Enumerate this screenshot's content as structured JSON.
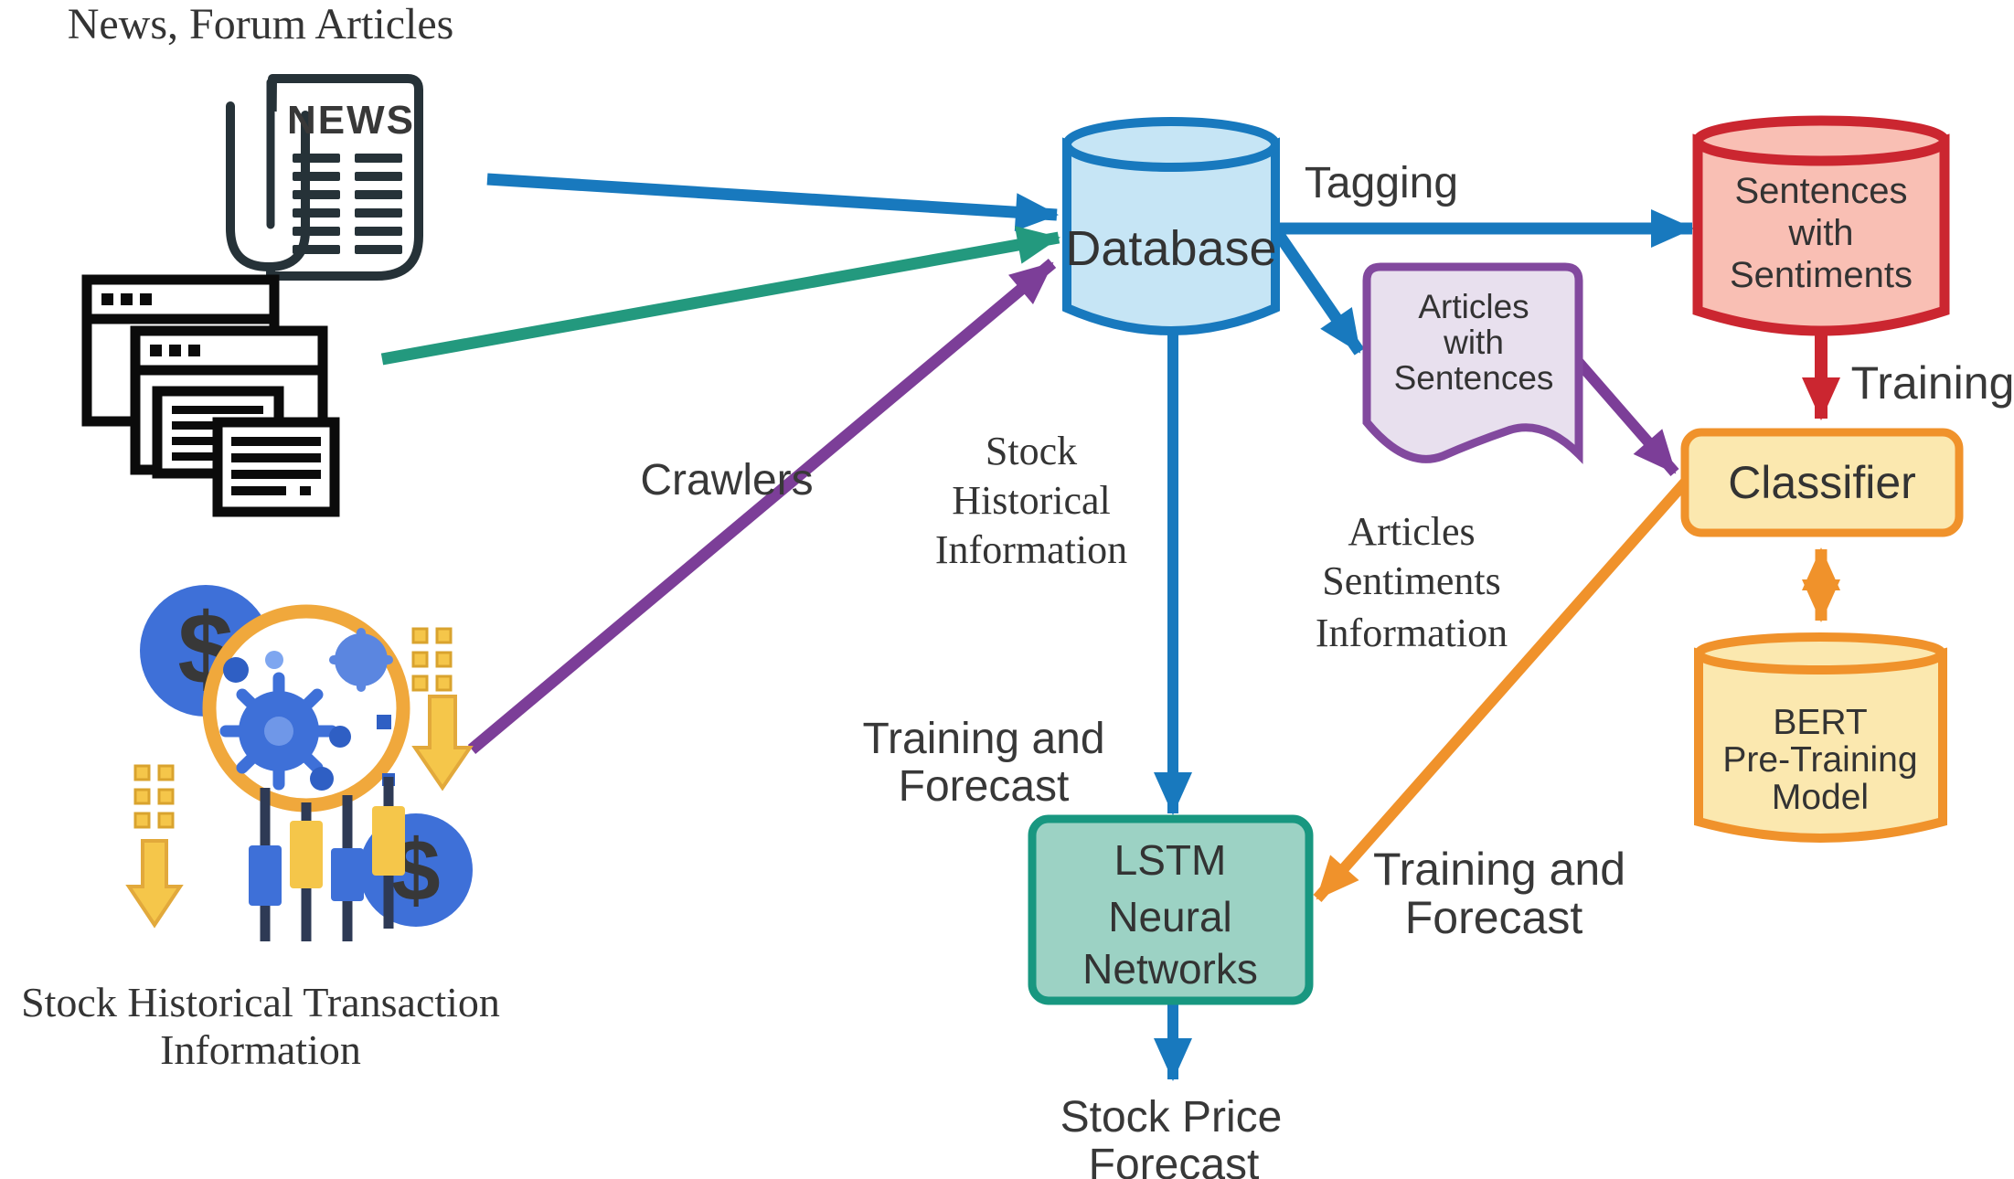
{
  "diagram": {
    "sources": {
      "news_label": "News, Forum Articles",
      "news_masthead": "NEWS",
      "dollar": "$",
      "stock_label": {
        "line1": "Stock Historical Transaction",
        "line2": "Information"
      }
    },
    "nodes": {
      "database": {
        "label": "Database",
        "fill": "#c6e5f5",
        "stroke": "#1879be"
      },
      "articles_with_sentences": {
        "lines": [
          "Articles",
          "with",
          "Sentences"
        ],
        "fill": "#e8e0ee",
        "stroke": "#82499e"
      },
      "sentences_with_sentiments": {
        "lines": [
          "Sentences",
          "with",
          "Sentiments"
        ],
        "fill": "#f9bfb4",
        "stroke": "#cb2630"
      },
      "classifier": {
        "label": "Classifier",
        "fill": "#fbe8af",
        "stroke": "#f0922b"
      },
      "bert": {
        "lines": [
          "BERT",
          "Pre-Training",
          "Model"
        ],
        "fill": "#fbe8af",
        "stroke": "#f0922b"
      },
      "lstm": {
        "lines": [
          "LSTM",
          "Neural",
          "Networks"
        ],
        "fill": "#9cd2c4",
        "stroke": "#189780"
      }
    },
    "edge_labels": {
      "crawlers": "Crawlers",
      "tagging": "Tagging",
      "training": "Training",
      "stock_historical": {
        "lines": [
          "Stock",
          "Historical",
          "Information"
        ]
      },
      "training_forecast_left": {
        "lines": [
          "Training and",
          "Forecast"
        ]
      },
      "articles_sentiments": {
        "lines": [
          "Articles",
          "Sentiments",
          "Information"
        ]
      },
      "training_forecast_right": {
        "lines": [
          "Training and",
          "Forecast"
        ]
      },
      "stock_price_forecast": {
        "lines": [
          "Stock Price",
          "Forecast"
        ]
      }
    },
    "arrow_colors": {
      "blue": "#1879be",
      "teal": "#23997e",
      "purple": "#7c3e98",
      "red": "#cb2630",
      "orange": "#f0922b"
    },
    "icon_colors": {
      "newspaper_ink": "#263238",
      "browser_ink": "#0b0b0b",
      "stock_blue": "#3e70d8",
      "stock_light_blue": "#7ea6f0",
      "stock_yellow": "#f5c64a",
      "stock_orange_ring": "#f0a83c",
      "stock_navy": "#2e3a55"
    }
  }
}
